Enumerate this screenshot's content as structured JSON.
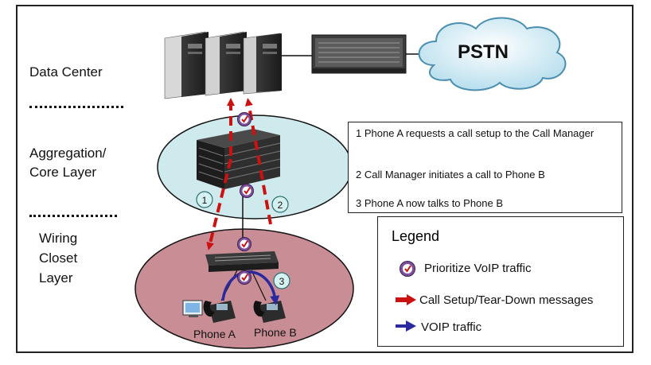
{
  "layers": {
    "data_center": "Data Center",
    "aggregation_line1": "Aggregation/",
    "aggregation_line2": "Core Layer",
    "wiring_line1": "Wiring",
    "wiring_line2": "Closet",
    "wiring_line3": "Layer"
  },
  "cloud": {
    "label": "PSTN"
  },
  "steps": {
    "step1": "1   Phone A requests a call setup to the Call Manager",
    "step2": "2 Call Manager initiates a call to Phone B",
    "step3": "3   Phone A now talks to Phone B"
  },
  "badges": {
    "one": "1",
    "two": "2",
    "three": "3"
  },
  "phones": {
    "a": "Phone A",
    "b": "Phone B"
  },
  "legend": {
    "title": "Legend",
    "voip_priority": "Prioritize VoIP traffic",
    "call_setup": "Call Setup/Tear-Down messages",
    "voip_traffic": "VOIP traffic"
  },
  "colors": {
    "call_setup_arrow": "#cc1111",
    "voip_arrow": "#2a2a9e",
    "core_ellipse": "#cfeaec",
    "access_ellipse": "#c98d96",
    "badge": "#7d4f9c"
  },
  "icons": [
    "server-icon",
    "gateway-icon",
    "cloud-icon",
    "switch-icon",
    "ip-phone-icon",
    "computer-icon",
    "check-badge-icon"
  ]
}
